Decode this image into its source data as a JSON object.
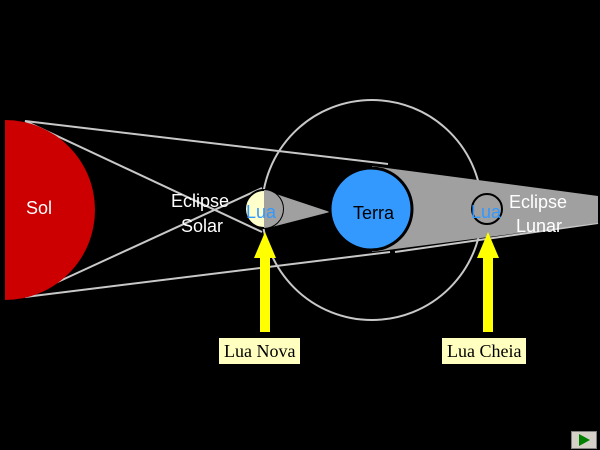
{
  "labels": {
    "sun": "Sol",
    "solar_eclipse_line1": "Eclipse",
    "solar_eclipse_line2": "Solar",
    "moon_left": "Lua",
    "earth": "Terra",
    "moon_right": "Lua",
    "lunar_eclipse_line1": "Eclipse",
    "lunar_eclipse_line2": "Lunar"
  },
  "callouts": {
    "new_moon": "Lua Nova",
    "full_moon": "Lua Cheia"
  },
  "colors": {
    "background": "#000000",
    "sun": "#cc0000",
    "earth": "#3399ff",
    "moon_lit": "#ffffcc",
    "shadow": "#a0a0a0",
    "arrow": "#ffff00",
    "orbit": "#c8c8c8"
  },
  "nav": {
    "icon": "play-next-icon"
  }
}
